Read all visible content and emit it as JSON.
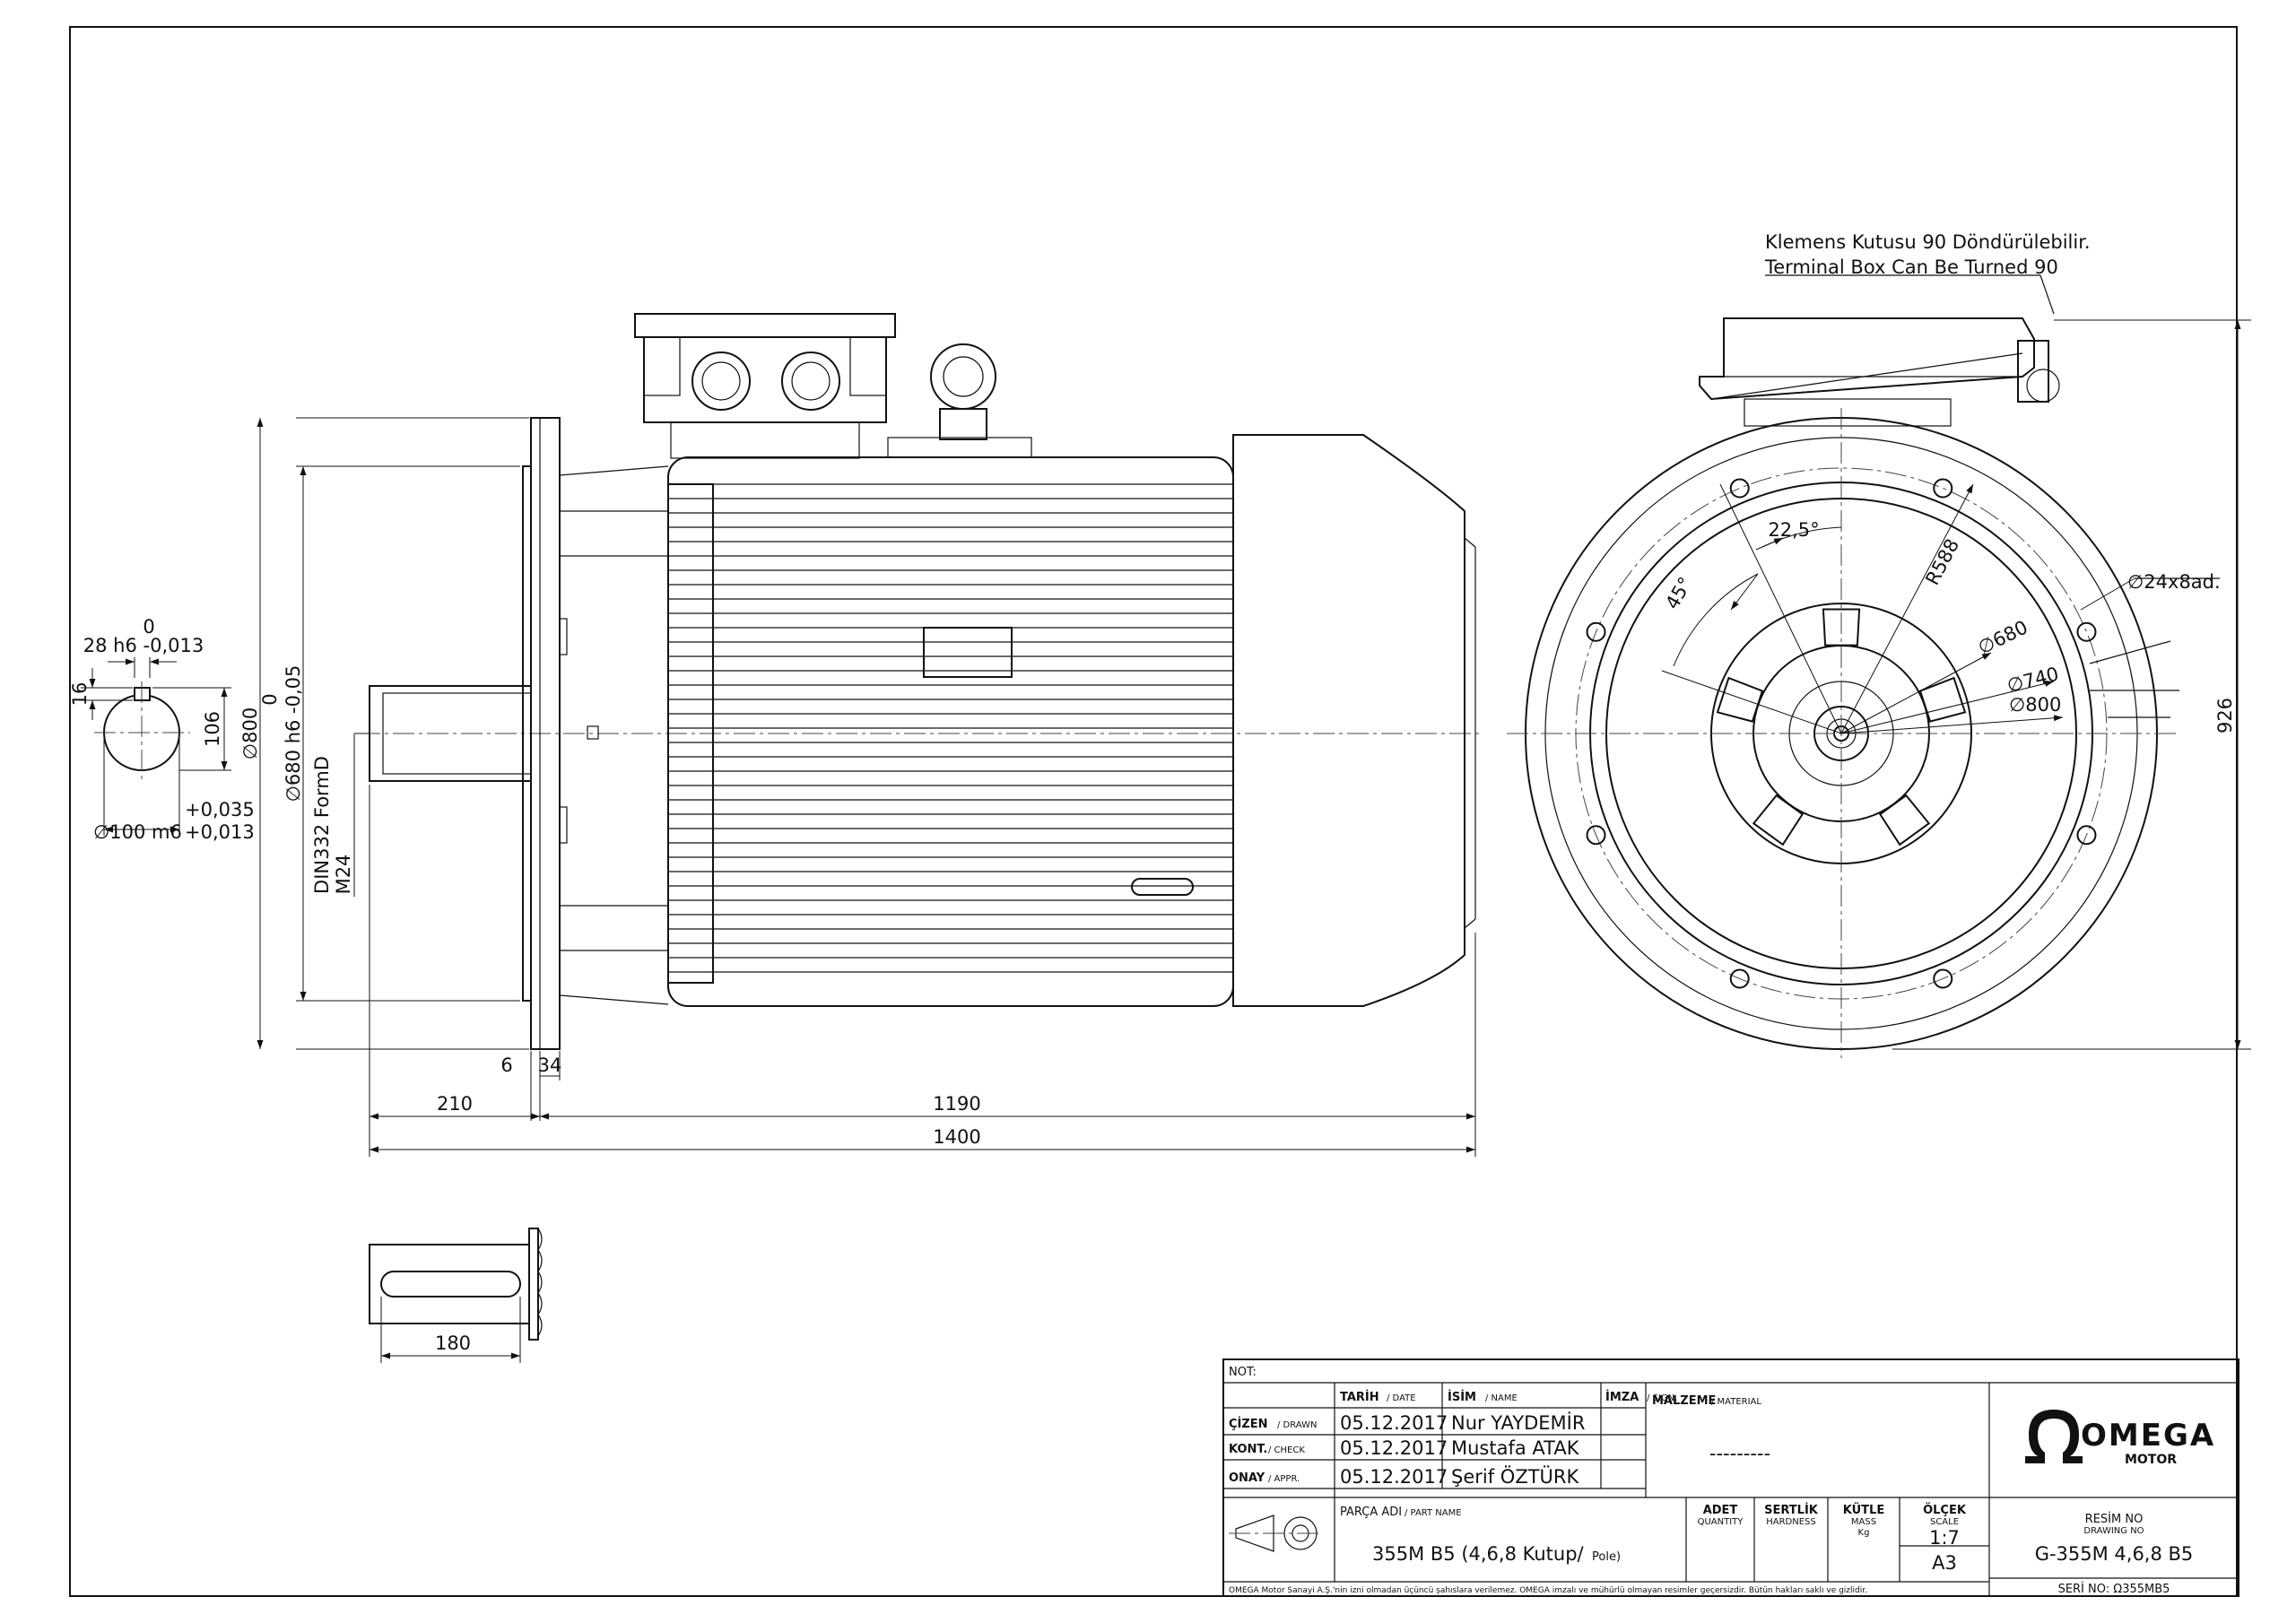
{
  "note_top": {
    "line1": "Klemens Kutusu 90 Döndürülebilir.",
    "line2": "Terminal Box Can Be Turned 90"
  },
  "shaft_section": {
    "key_tol_upper": "0",
    "key_width": "28 h6 -0,013",
    "key_height": "16",
    "dim_106": "106",
    "tol_plus1": "+0,035",
    "tol_plus2": "+0,013",
    "shaft_dia": "∅100 m6"
  },
  "side_view": {
    "flange_dia": "∅800",
    "tol_zero": "0",
    "spigot_dia": "∅680 h6 -0,05",
    "thread_std": "DIN332 FormD",
    "thread": "M24",
    "dim_6": "6",
    "dim_34": "34",
    "dim_210": "210",
    "dim_1190": "1190",
    "dim_1400": "1400"
  },
  "key_detail": {
    "dim_180": "180"
  },
  "end_view": {
    "angle_22": "22,5°",
    "angle_45": "45°",
    "radius": "R588",
    "holes": "∅24x8ad.",
    "d680": "∅680",
    "d740": "∅740",
    "d800": "∅800",
    "height": "926"
  },
  "title_block": {
    "not_label": "NOT:",
    "h_date": "TARİH",
    "h_date_en": "/ DATE",
    "h_name": "İSİM",
    "h_name_en": "/ NAME",
    "h_sign": "İMZA",
    "h_sign_en": "/ SIGN.",
    "rows": [
      {
        "label": "ÇİZEN",
        "label_en": "/ DRAWN",
        "date": "05.12.2017",
        "name": "Nur YAYDEMİR"
      },
      {
        "label": "KONT.",
        "label_en": "/ CHECK",
        "date": "05.12.2017",
        "name": "Mustafa ATAK"
      },
      {
        "label": "ONAY",
        "label_en": "/ APPR.",
        "date": "05.12.2017",
        "name": "Şerif ÖZTÜRK"
      }
    ],
    "material_label": "MALZEME",
    "material_label_en": "/ MATERIAL",
    "material_value": "---------",
    "part_label": "PARÇA ADI",
    "part_label_en": "/ PART NAME",
    "part_name": "355M B5 (4,6,8 Kutup/",
    "part_name_pole": "Pole)",
    "qty_label": "ADET",
    "qty_label_en": "QUANTITY",
    "hard_label": "SERTLİK",
    "hard_label_en": "HARDNESS",
    "mass_label": "KÜTLE",
    "mass_label_en": "MASS",
    "mass_unit": "Kg",
    "scale_label": "ÖLÇEK",
    "scale_label_en": "SCALE",
    "scale_value": "1:7",
    "paper": "A3",
    "logo_main": "OMEGA",
    "logo_sub": "MOTOR",
    "drawing_no_label": "RESİM NO",
    "drawing_no_label_en": "DRAWING NO",
    "drawing_no": "G-355M 4,6,8 B5",
    "serial": "SERİ NO: Ω355MB5",
    "footer": "OMEGA Motor Sanayi A.Ş.'nin izni olmadan üçüncü şahıslara verilemez. OMEGA imzalı ve mühürlü olmayan resimler geçersizdir. Bütün hakları saklı ve gizlidir."
  },
  "icons": {
    "projection": "first-angle-projection-icon",
    "logo": "omega-logo-icon"
  }
}
